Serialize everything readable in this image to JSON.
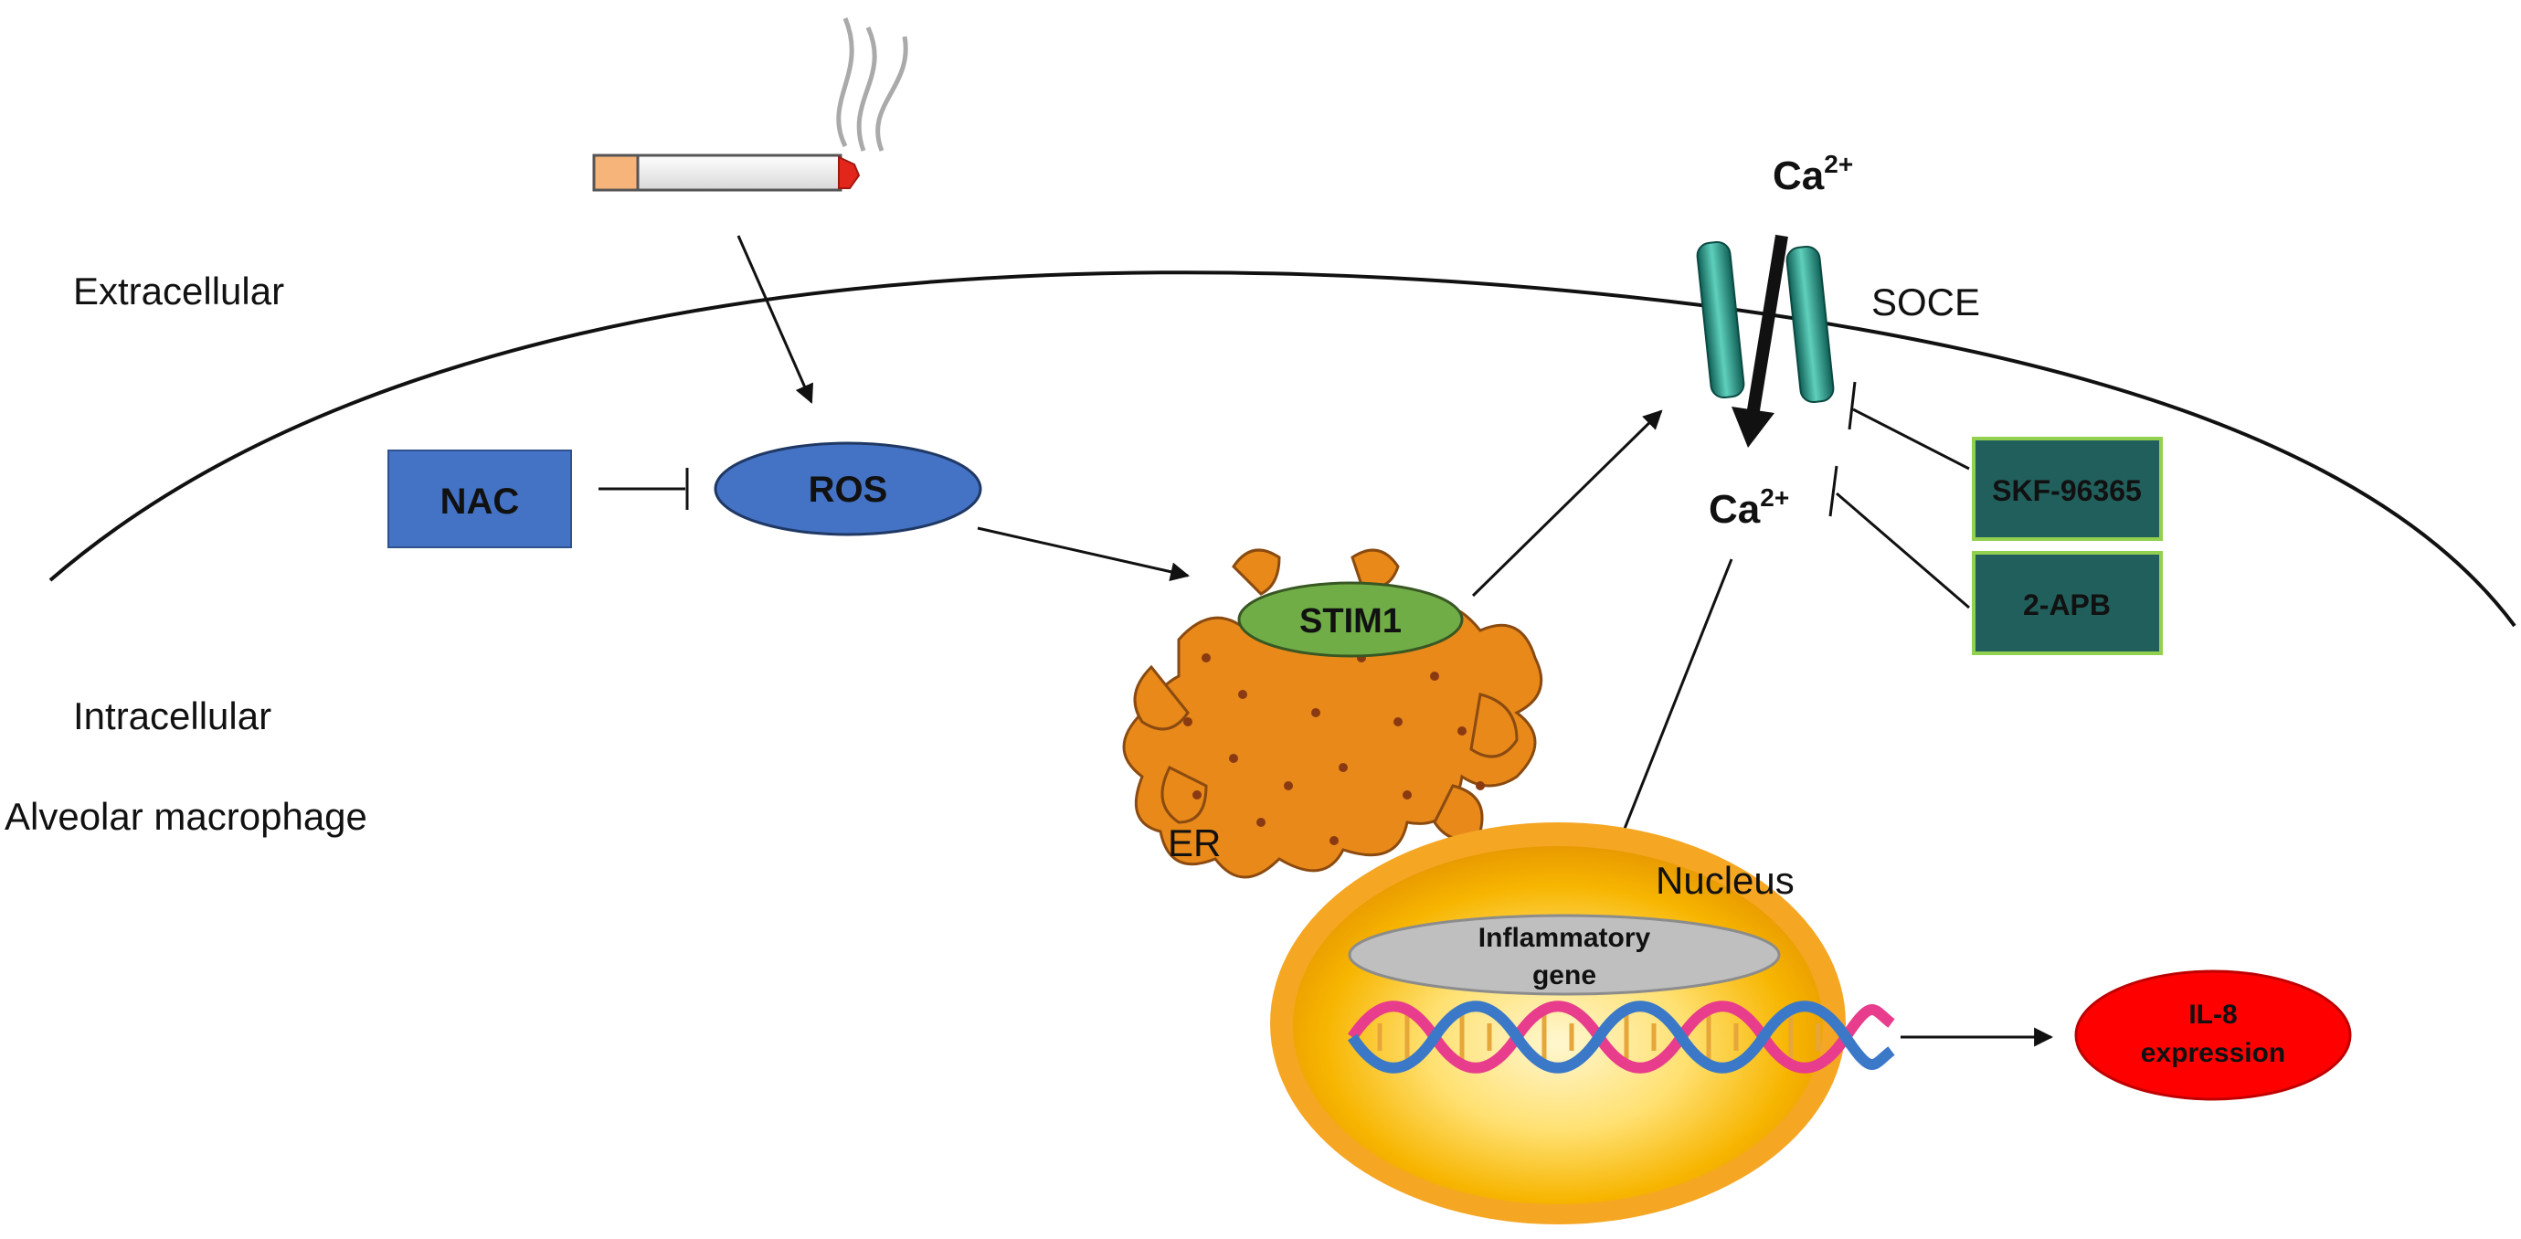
{
  "regions": {
    "extracellular": "Extracellular",
    "intracellular": "Intracellular",
    "cell_type": "Alveolar macrophage"
  },
  "nodes": {
    "nac": "NAC",
    "ros": "ROS",
    "stim1": "STIM1",
    "er": "ER",
    "soce": "SOCE",
    "ca_out": "Ca",
    "ca_in": "Ca",
    "ca_superscript": "2+",
    "skf": "SKF-96365",
    "apb": "2-APB",
    "nucleus": "Nucleus",
    "gene_line1": "Inflammatory",
    "gene_line2": "gene",
    "il8_line1": "IL-8",
    "il8_line2": "expression"
  },
  "colors": {
    "nac_fill": "#4472c4",
    "ros_fill": "#4472c4",
    "stim1_fill": "#70ad47",
    "inhibitor_fill": "#215f5c",
    "inhibitor_border": "#92d050",
    "il8_fill": "#ff0000",
    "gene_fill": "#bfbfbf",
    "er_fill": "#e8891a",
    "nucleus_outer": "#f5a623",
    "channel": "#2a8a7a"
  }
}
